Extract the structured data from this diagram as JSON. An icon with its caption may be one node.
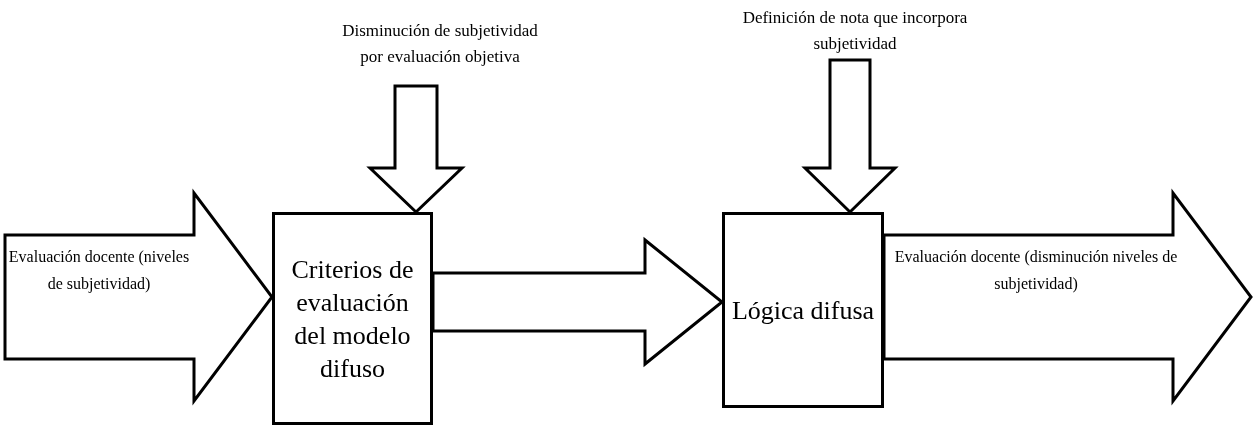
{
  "diagram": {
    "nodes": [
      {
        "text": [
          "Disminución de subjetividad por evaluación objetiva"
        ]
      },
      {
        "text": [
          "Definición de nota que incorpora subjetividad"
        ]
      },
      {
        "text": [
          "Criterios de evaluación del modelo difuso"
        ]
      },
      {
        "text": [
          "Lógica difusa"
        ]
      }
    ],
    "edges": [
      {
        "from": null,
        "to": 2,
        "arrow": "to",
        "label": "Evaluación docente (niveles de subjetividad)"
      },
      {
        "from": 0,
        "to": 2,
        "arrow": "to"
      },
      {
        "from": 2,
        "to": 3,
        "arrow": "to"
      },
      {
        "from": 1,
        "to": 3,
        "arrow": "to"
      },
      {
        "from": 3,
        "to": null,
        "arrow": "to",
        "label": "Evaluación docente (disminución niveles de subjetividad)"
      }
    ]
  }
}
